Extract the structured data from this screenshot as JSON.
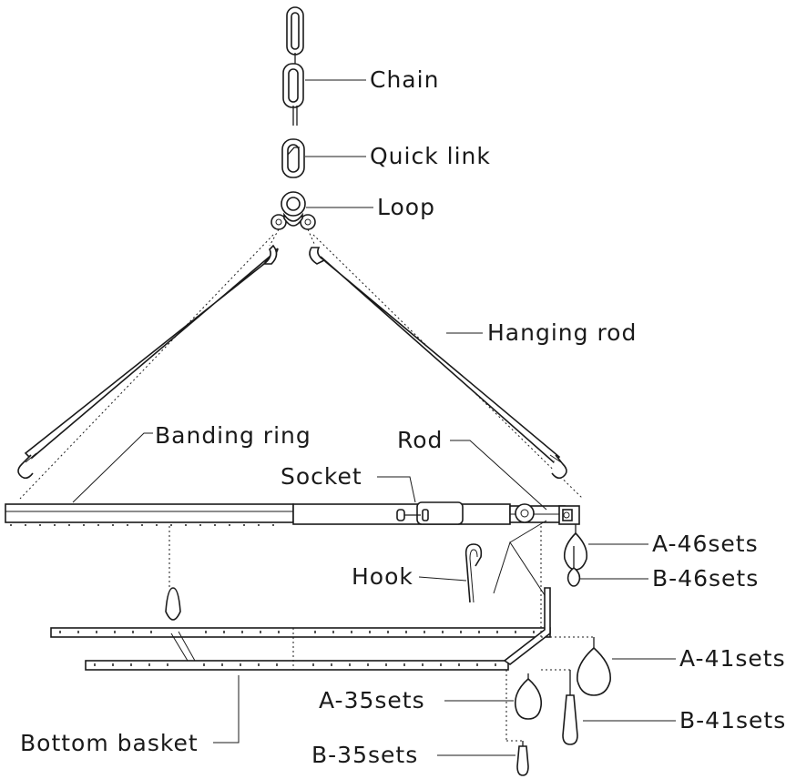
{
  "labels": {
    "chain": "Chain",
    "quick_link": "Quick link",
    "loop": "Loop",
    "hanging_rod": "Hanging rod",
    "banding_ring": "Banding ring",
    "rod": "Rod",
    "socket": "Socket",
    "hook": "Hook",
    "a46": "A-46sets",
    "b46": "B-46sets",
    "a41": "A-41sets",
    "b41": "B-41sets",
    "a35": "A-35sets",
    "b35": "B-35sets",
    "bottom_basket": "Bottom basket"
  }
}
